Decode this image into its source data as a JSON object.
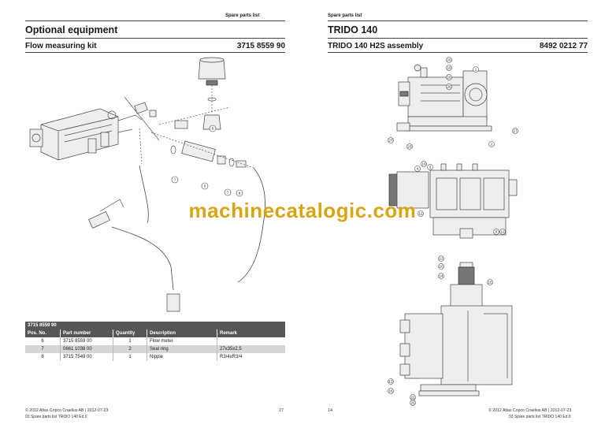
{
  "left_page": {
    "header": "Spare parts list",
    "title": "Optional equipment",
    "subtitle": "Flow measuring kit",
    "part_number": "3715 8559 90",
    "callouts": [
      "6",
      "7",
      "6",
      "7",
      "8"
    ],
    "table": {
      "title": "3715 8559 90",
      "columns": [
        "Pos. No.",
        "Part number",
        "Quantity",
        "Description",
        "Remark"
      ],
      "rows": [
        {
          "pos": "6",
          "part": "3715 8559 00",
          "qty": "1",
          "desc": "Flow meter",
          "remark": ""
        },
        {
          "pos": "7",
          "part": "0661 1038 00",
          "qty": "2",
          "desc": "Seal ring",
          "remark": "27x35x2.5"
        },
        {
          "pos": "8",
          "part": "3715 7549 00",
          "qty": "1",
          "desc": "Nipple",
          "remark": "R3/4xR3/4"
        }
      ]
    },
    "footer": "© 2012 Atlas Copco Craelius AB | 2012-07-23",
    "footer_line2": "03 Spare parts list TRIDO 140 Ed.0",
    "page_number": "27"
  },
  "right_page": {
    "header": "Spare parts list",
    "title": "TRIDO 140",
    "subtitle": "TRIDO 140 H2S assembly",
    "part_number": "8492 0212 77",
    "callouts_top": [
      "20",
      "19",
      "18",
      "1",
      "26",
      "17",
      "27",
      "23",
      "2"
    ],
    "callouts_mid": [
      "19",
      "4",
      "3",
      "12",
      "5",
      "11"
    ],
    "callouts_bot": [
      "13",
      "10",
      "14",
      "15",
      "13",
      "16",
      "22",
      "25"
    ],
    "footer": "© 2012 Atlas Copco Craelius AB | 2012-07-23",
    "footer_line2": "03 Spare parts list TRIDO 140 Ed.0",
    "page_number": "14"
  },
  "watermark": "machinecatalogic.com"
}
